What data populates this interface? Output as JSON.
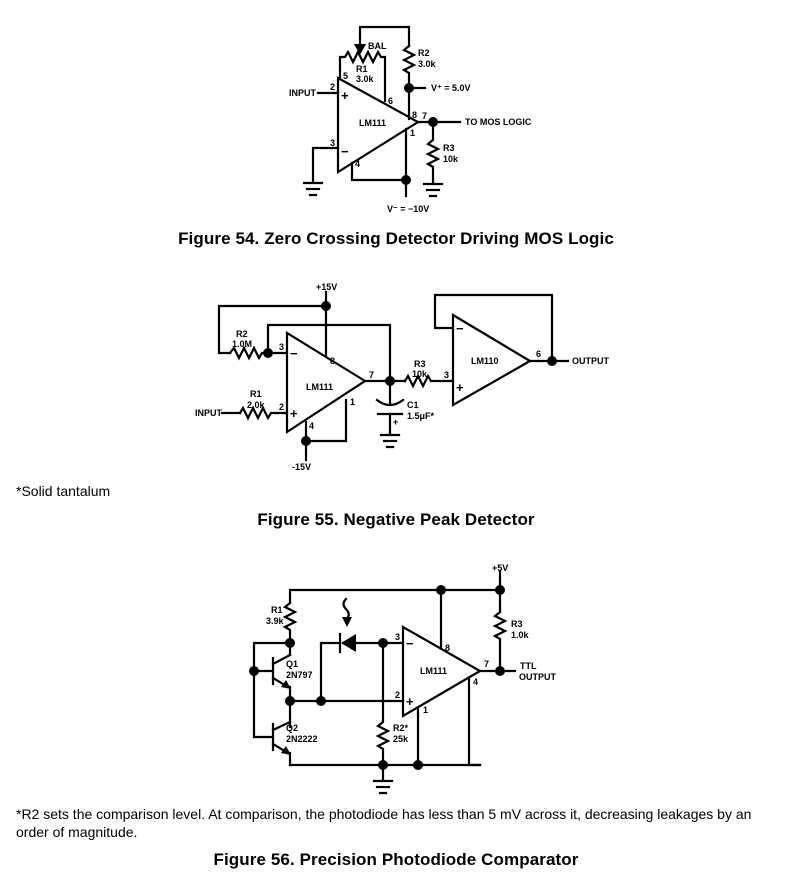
{
  "figures": [
    {
      "caption": "Figure 54.  Zero Crossing Detector Driving MOS Logic",
      "labels": {
        "bal": "BAL",
        "r1_name": "R1",
        "r1_value": "3.0k",
        "r2_name": "R2",
        "r2_value": "3.0k",
        "vplus": "V⁺ = 5.0V",
        "input": "INPUT",
        "chip": "LM111",
        "output": "TO MOS LOGIC",
        "r3_name": "R3",
        "r3_value": "10k",
        "vminus": "V⁻ = −10V",
        "pins": {
          "p2": "2",
          "p3": "3",
          "p4": "4",
          "p5": "5",
          "p6": "6",
          "p8": "8",
          "p7": "7",
          "p1": "1"
        },
        "plus": "+",
        "minus": "−"
      }
    },
    {
      "caption": "Figure 55.  Negative Peak Detector",
      "note": "*Solid tantalum",
      "labels": {
        "vplus": "+15V",
        "vminus": "-15V",
        "r2_name": "R2",
        "r2_value": "1.0M",
        "r1_name": "R1",
        "r1_value": "2.0k",
        "input": "INPUT",
        "chip1": "LM111",
        "chip2": "LM110",
        "r3_name": "R3",
        "r3_value": "10k",
        "c1_name": "C1",
        "c1_value": "1.5μF*",
        "cap_plus": "+",
        "output": "OUTPUT",
        "pins": {
          "p3": "3",
          "p8": "8",
          "p2": "2",
          "p4": "4",
          "p1": "1",
          "p7": "7",
          "b3": "3",
          "b6": "6"
        },
        "plus": "+",
        "minus": "−"
      }
    },
    {
      "caption": "Figure 56.  Precision Photodiode Comparator",
      "note": "*R2 sets the comparison level. At comparison, the photodiode has less than 5 mV across it, decreasing leakages by an order of magnitude.",
      "labels": {
        "vplus": "+5V",
        "r1_name": "R1",
        "r1_value": "3.9k",
        "q1_name": "Q1",
        "q1_value": "2N797",
        "q2_name": "Q2",
        "q2_value": "2N2222",
        "r2_name": "R2*",
        "r2_value": "25k",
        "r3_name": "R3",
        "r3_value": "1.0k",
        "chip": "LM111",
        "output1": "TTL",
        "output2": "OUTPUT",
        "pins": {
          "p3": "3",
          "p2": "2",
          "p8": "8",
          "p7": "7",
          "p4": "4",
          "p1": "1"
        },
        "plus": "+",
        "minus": "−"
      }
    }
  ]
}
